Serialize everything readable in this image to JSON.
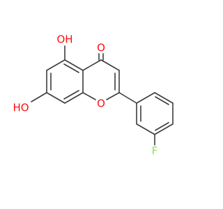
{
  "atoms": {
    "carbonyl_o": "O",
    "ring_o": "O",
    "oh_top": "OH",
    "oh_left": "HO",
    "fluorine": "F"
  },
  "colors": {
    "oxygen": "#ff0d0d",
    "fluorine": "#90e050",
    "bond": "#3c3c3c",
    "background": "#ffffff"
  }
}
